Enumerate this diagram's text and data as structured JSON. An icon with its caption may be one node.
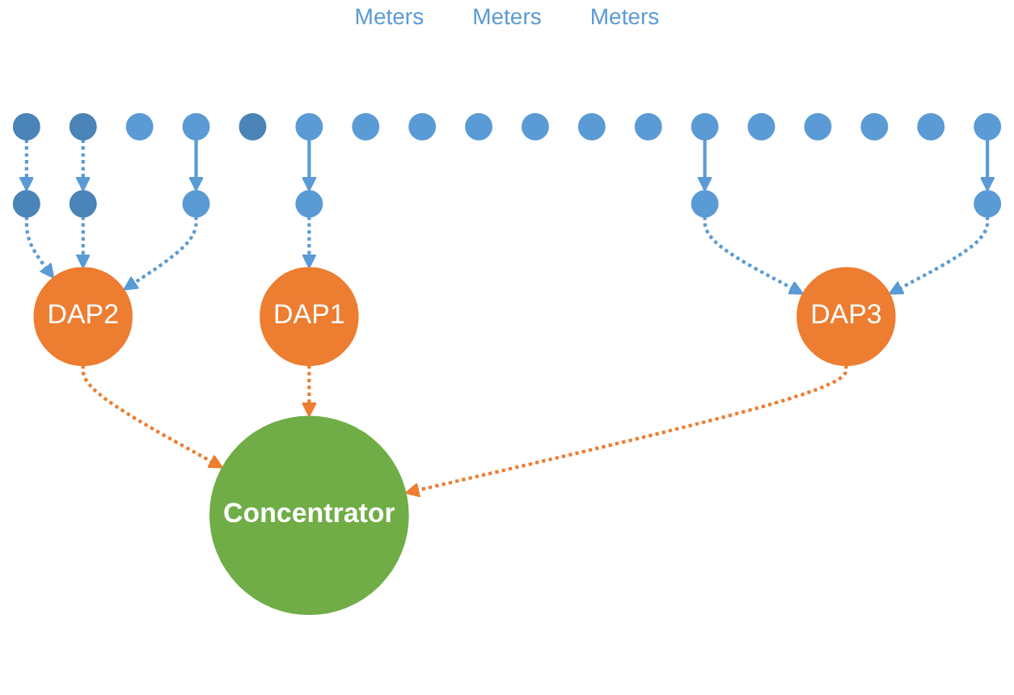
{
  "diagram": {
    "nodes": [
      {
        "text": [],
        "shape": "circle"
      },
      {
        "text": [],
        "shape": "circle"
      },
      {
        "text": [],
        "shape": "circle"
      },
      {
        "text": [],
        "shape": "circle"
      },
      {
        "text": [],
        "shape": "circle"
      },
      {
        "text": [],
        "shape": "circle"
      },
      {
        "text": [],
        "shape": "circle"
      },
      {
        "text": [],
        "shape": "circle"
      },
      {
        "text": [
          "DAP2"
        ]
      },
      {
        "text": [],
        "shape": "circle"
      },
      {
        "text": [],
        "shape": "circle"
      },
      {
        "text": [],
        "shape": "circle"
      },
      {
        "text": [],
        "shape": "circle"
      },
      {
        "text": [],
        "shape": "circle"
      },
      {
        "text": [],
        "shape": "circle"
      },
      {
        "text": [],
        "shape": "circle"
      },
      {
        "text": [],
        "shape": "circle"
      },
      {
        "text": [],
        "shape": "circle"
      },
      {
        "text": [],
        "shape": "circle"
      },
      {
        "text": [],
        "shape": "circle"
      },
      {
        "text": [],
        "shape": "circle"
      },
      {
        "text": [],
        "shape": "circle"
      },
      {
        "text": [],
        "shape": "circle"
      },
      {
        "text": [],
        "shape": "circle"
      },
      {
        "text": [],
        "shape": "circle"
      },
      {
        "text": [
          "DAP1"
        ]
      },
      {
        "text": [
          "Concentrator"
        ]
      },
      {
        "text": [
          "DAP3"
        ]
      }
    ],
    "edges": [
      {
        "from": 0,
        "to": 4,
        "arrow": "to",
        "style": "dashed"
      },
      {
        "from": 1,
        "to": 5,
        "arrow": "to",
        "style": "dashed"
      },
      {
        "from": 3,
        "to": 7,
        "arrow": "to"
      },
      {
        "from": 4,
        "to": 8,
        "arrow": "to",
        "style": "dashed"
      },
      {
        "from": 5,
        "to": 8,
        "arrow": "to",
        "style": "dashed"
      },
      {
        "from": 7,
        "to": 8,
        "arrow": "to",
        "style": "dashed"
      },
      {
        "from": 8,
        "to": 26,
        "arrow": "to",
        "style": "dashed",
        "color": "#ed7d31"
      },
      {
        "from": 9,
        "to": 10,
        "arrow": "to"
      },
      {
        "from": 10,
        "to": 25,
        "arrow": "to",
        "style": "dashed"
      },
      {
        "from": 25,
        "to": 26,
        "arrow": "to",
        "style": "dashed",
        "color": "#ed7d31"
      },
      {
        "from": 18,
        "to": 17,
        "arrow": "to"
      },
      {
        "from": 17,
        "to": 27,
        "arrow": "to",
        "style": "dashed"
      },
      {
        "from": 24,
        "to": 23,
        "arrow": "to"
      },
      {
        "from": 23,
        "to": 27,
        "arrow": "to",
        "style": "dashed"
      },
      {
        "from": 27,
        "to": 26,
        "arrow": "to",
        "style": "dashed",
        "color": "#ed7d31"
      }
    ],
    "labels": [
      "Meters",
      "Meters",
      "Meters"
    ]
  }
}
